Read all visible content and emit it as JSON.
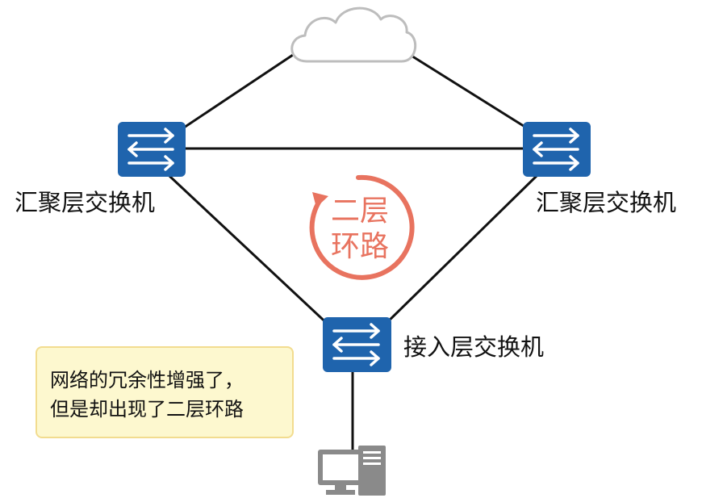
{
  "labels": {
    "aggregation_left": "汇聚层交换机",
    "aggregation_right": "汇聚层交换机",
    "access": "接入层交换机"
  },
  "loop": {
    "line1": "二层",
    "line2": "环路"
  },
  "note": {
    "line1": "网络的冗余性增强了，",
    "line2": "但是却出现了二层环路"
  },
  "icons": {
    "cloud": "cloud-icon",
    "switch": "switch-icon",
    "computer": "computer-icon"
  },
  "colors": {
    "switch_blue": "#1f64ad",
    "loop_red": "#e8735f",
    "note_fill": "#fdf8cf",
    "note_border": "#f2dc8f",
    "cloud_gray": "#bdbdbd",
    "pc_gray": "#8a8a8a",
    "line": "#111111"
  }
}
